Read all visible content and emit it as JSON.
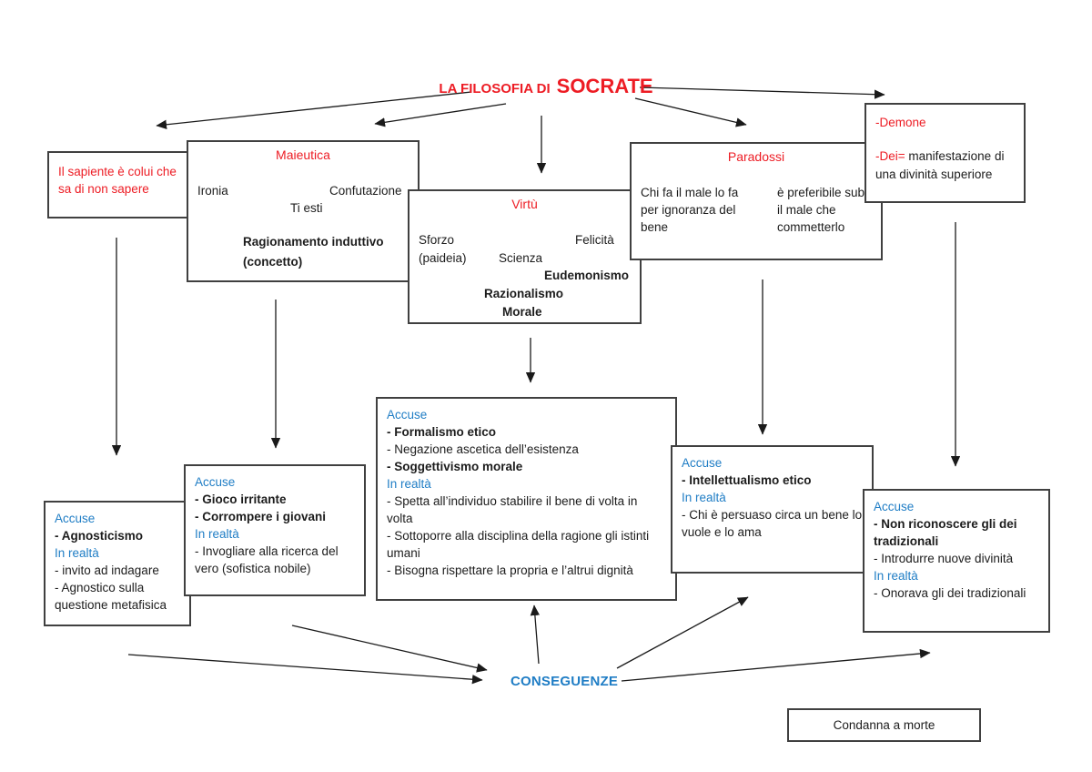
{
  "title": {
    "prefix": "LA FILOSOFIA DI",
    "name": "SOCRATE"
  },
  "colors": {
    "red": "#ED1C24",
    "blue": "#1F7DC5",
    "line": "#1a1a1a"
  },
  "boxes": {
    "sapiente": {
      "text": "Il sapiente è colui che sa di non sapere"
    },
    "maieutica": {
      "title": "Maieutica",
      "ironia": "Ironia",
      "confutazione": "Confutazione",
      "ti_esti": "Ti esti",
      "ragionamento_1": "Ragionamento induttivo",
      "ragionamento_2": "(concetto)"
    },
    "virtu": {
      "title": "Virtù",
      "sforzo": "Sforzo",
      "paideia": "(paideia)",
      "felicita": "Felicità",
      "scienza": "Scienza",
      "eudemonismo": "Eudemonismo",
      "razionalismo": "Razionalismo",
      "morale": "Morale"
    },
    "paradossi": {
      "title": "Paradossi",
      "left": "Chi fa il male lo fa per ignoranza del bene",
      "right": "è preferibile subire il male che commetterlo"
    },
    "demone": {
      "line1": "-Demone",
      "line2_red": "-Dei=",
      "line2_black": " manifestazione di una divinità superiore"
    },
    "accuse_agnosticismo": {
      "heading": "Accuse",
      "item1": "- Agnosticismo",
      "in_realta": "In realtà",
      "item2": "- invito ad indagare",
      "item3": "- Agnostico sulla questione metafisica"
    },
    "accuse_gioco": {
      "heading": "Accuse",
      "item1": "- Gioco irritante",
      "item2": "- Corrompere i giovani",
      "in_realta": "In realtà",
      "item3": "- Invogliare alla ricerca del vero (sofistica nobile)"
    },
    "accuse_formalismo": {
      "heading": "Accuse",
      "item1": "- Formalismo etico",
      "item2": "- Negazione ascetica dell’esistenza",
      "item3": "- Soggettivismo morale",
      "in_realta": "In realtà",
      "item4": "- Spetta all’individuo stabilire il bene di volta in volta",
      "item5": "- Sottoporre alla disciplina della ragione gli istinti umani",
      "item6": "- Bisogna rispettare la propria e l’altrui dignità"
    },
    "accuse_intellettualismo": {
      "heading": "Accuse",
      "item1": "- Intellettualismo etico",
      "in_realta": "In realtà",
      "item2": "- Chi è persuaso circa un bene lo vuole e lo ama"
    },
    "accuse_dei": {
      "heading": "Accuse",
      "item1": "- Non riconoscere gli dei tradizionali",
      "item2": "- Introdurre nuove divinità",
      "in_realta": "In realtà",
      "item3": "- Onorava gli dei tradizionali"
    },
    "condanna": {
      "text": "Condanna a morte"
    }
  },
  "labels": {
    "conseguenze": "CONSEGUENZE"
  }
}
